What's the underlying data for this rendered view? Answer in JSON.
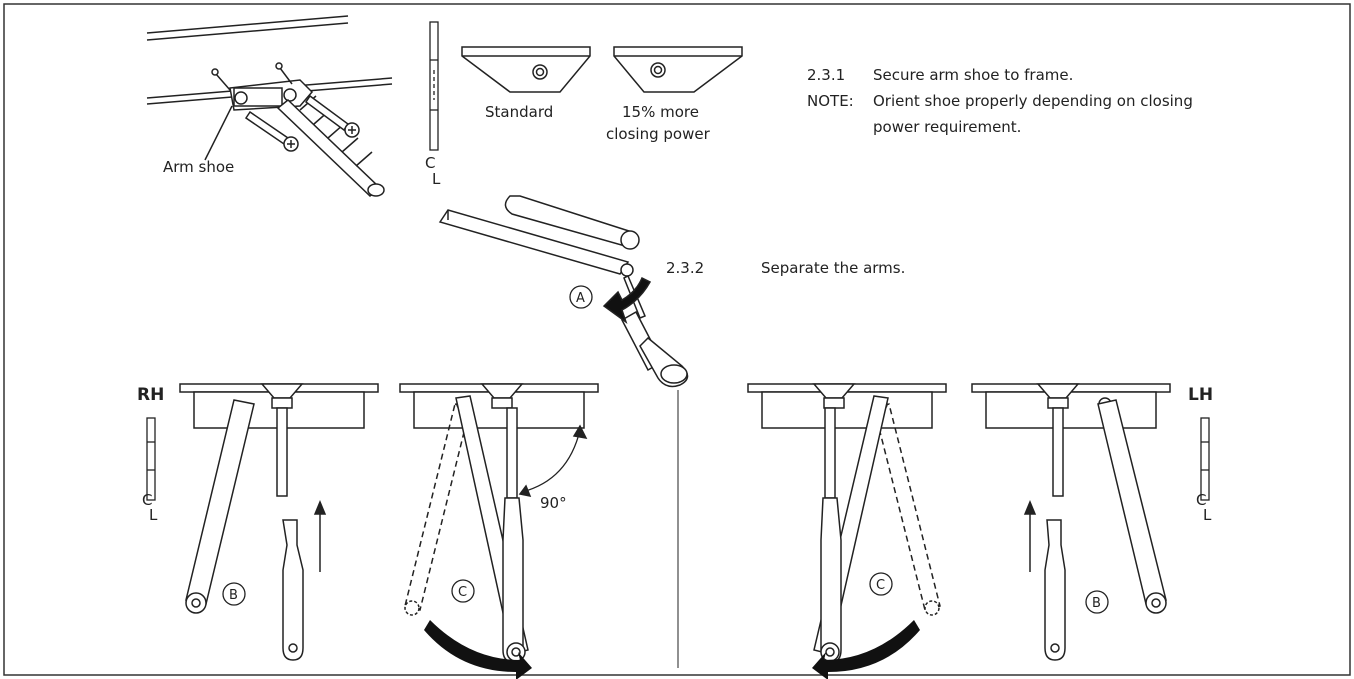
{
  "labels": {
    "arm_shoe": "Arm shoe",
    "standard": "Standard",
    "more_power_line1": "15% more",
    "more_power_line2": "closing power",
    "angle": "90°",
    "rh": "RH",
    "lh": "LH",
    "cl": "C",
    "cl_l": "L"
  },
  "steps": {
    "s231_num": "2.3.1",
    "s231_text": "Secure arm shoe to frame.",
    "note_label": "NOTE:",
    "note_line1": "Orient shoe properly depending on closing",
    "note_line2": "power requirement.",
    "s232_num": "2.3.2",
    "s232_text": "Separate the arms."
  },
  "callouts": {
    "a": "A",
    "b": "B",
    "c": "C"
  }
}
